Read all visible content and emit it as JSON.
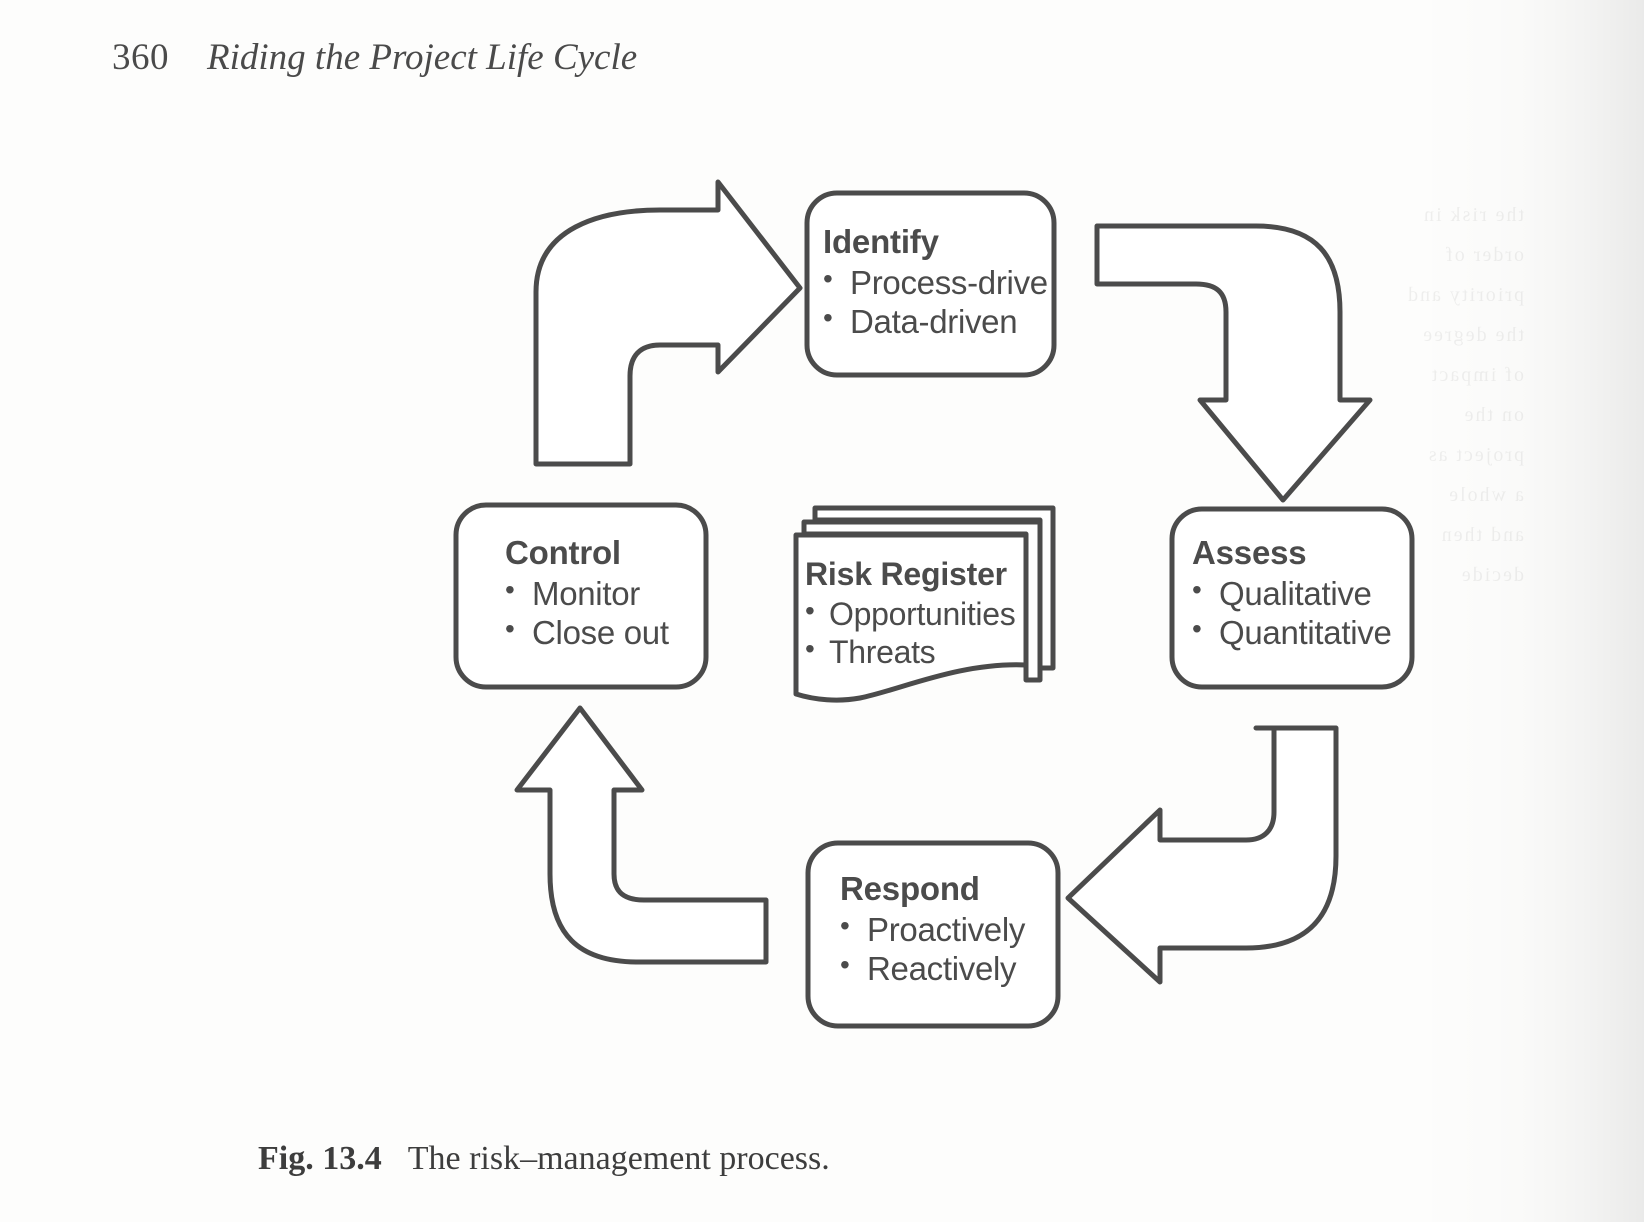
{
  "page": {
    "folio": "360",
    "running_head": "Riding the Project Life Cycle"
  },
  "caption": {
    "label": "Fig. 13.4",
    "text": "The risk–management process."
  },
  "diagram": {
    "title": "The risk-management process",
    "type": "cycle-diagram",
    "stroke_color": "#4b4b4b",
    "fill_color": "#ffffff",
    "nodes": [
      {
        "id": "identify",
        "title": "Identify",
        "bullets": [
          "Process-drive",
          "Data-driven"
        ],
        "shape": "rounded-rectangle",
        "position": "top"
      },
      {
        "id": "assess",
        "title": "Assess",
        "bullets": [
          "Qualitative",
          "Quantitative"
        ],
        "shape": "rounded-rectangle",
        "position": "right"
      },
      {
        "id": "respond",
        "title": "Respond",
        "bullets": [
          "Proactively",
          "Reactively"
        ],
        "shape": "rounded-rectangle",
        "position": "bottom"
      },
      {
        "id": "control",
        "title": "Control",
        "bullets": [
          "Monitor",
          "Close out"
        ],
        "shape": "rounded-rectangle",
        "position": "left"
      },
      {
        "id": "risk-register",
        "title": "Risk Register",
        "bullets": [
          "Opportunities",
          "Threats"
        ],
        "shape": "document-stack",
        "position": "center"
      }
    ],
    "arrows": [
      {
        "id": "identify-to-assess",
        "from": "identify",
        "to": "assess",
        "style": "curved-block-arrow",
        "direction": "down"
      },
      {
        "id": "assess-to-respond",
        "from": "assess",
        "to": "respond",
        "style": "curved-block-arrow",
        "direction": "left"
      },
      {
        "id": "respond-to-control",
        "from": "respond",
        "to": "control",
        "style": "curved-block-arrow",
        "direction": "up"
      },
      {
        "id": "control-to-identify",
        "from": "control",
        "to": "identify",
        "style": "curved-block-arrow",
        "direction": "right"
      }
    ]
  },
  "showthrough_text": "faint reverse show-through of facing page text"
}
